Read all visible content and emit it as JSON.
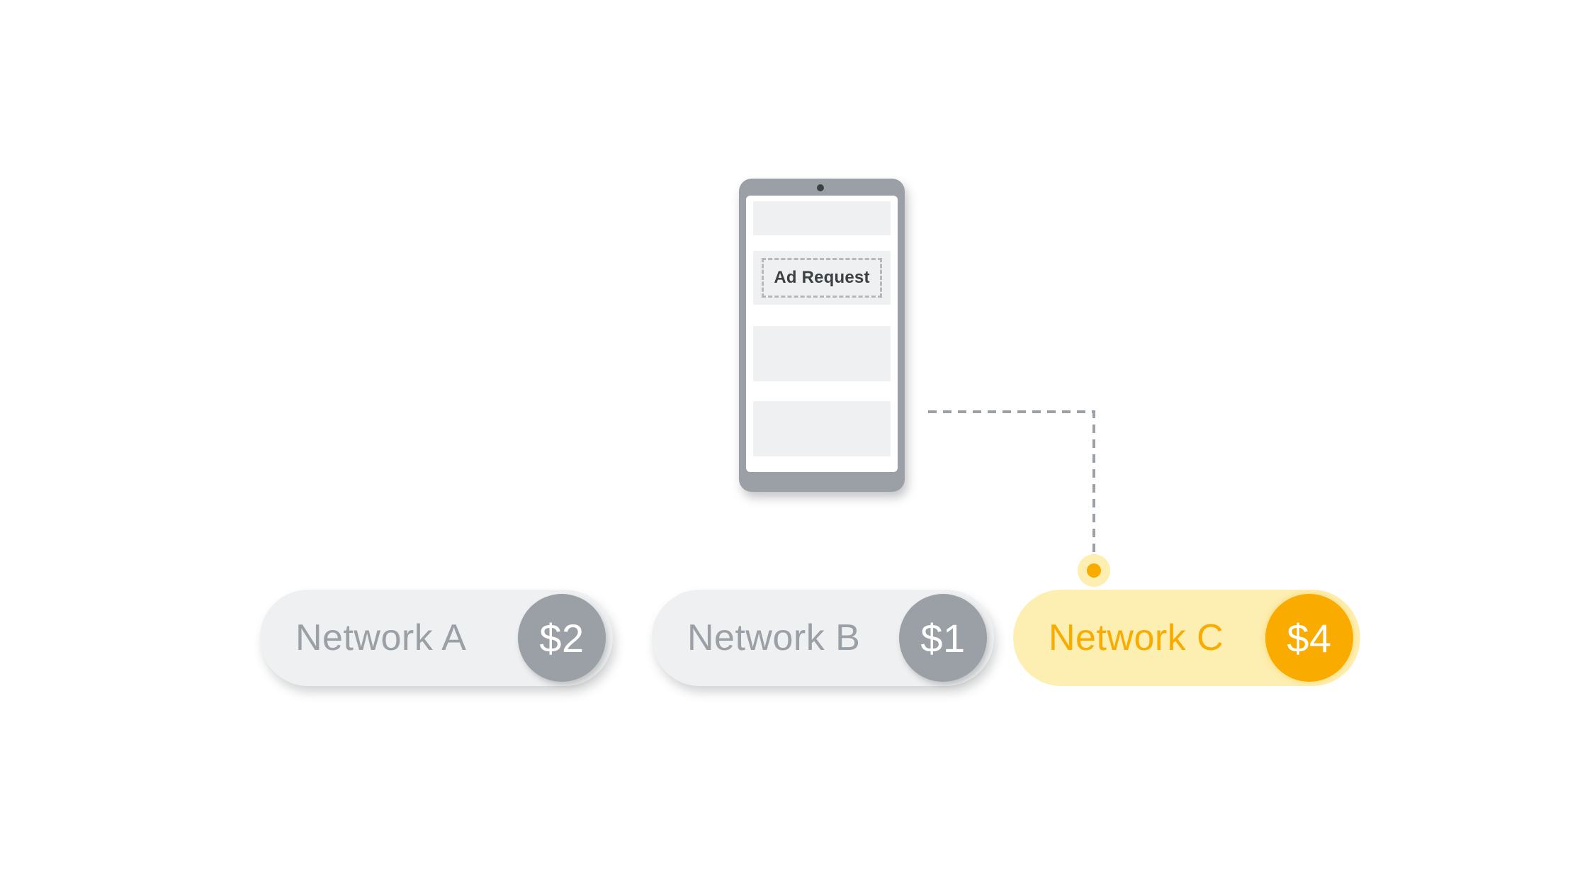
{
  "phone": {
    "ad_request_label": "Ad Request"
  },
  "networks": [
    {
      "name": "Network A",
      "price": "$2",
      "selected": false
    },
    {
      "name": "Network B",
      "price": "$1",
      "selected": false
    },
    {
      "name": "Network C",
      "price": "$4",
      "selected": true
    }
  ],
  "colors": {
    "grey": "#9aa0a6",
    "light_grey": "#eef0f1",
    "accent": "#f9ab00",
    "accent_light": "#fdefb2",
    "dark_text": "#3c4043"
  }
}
